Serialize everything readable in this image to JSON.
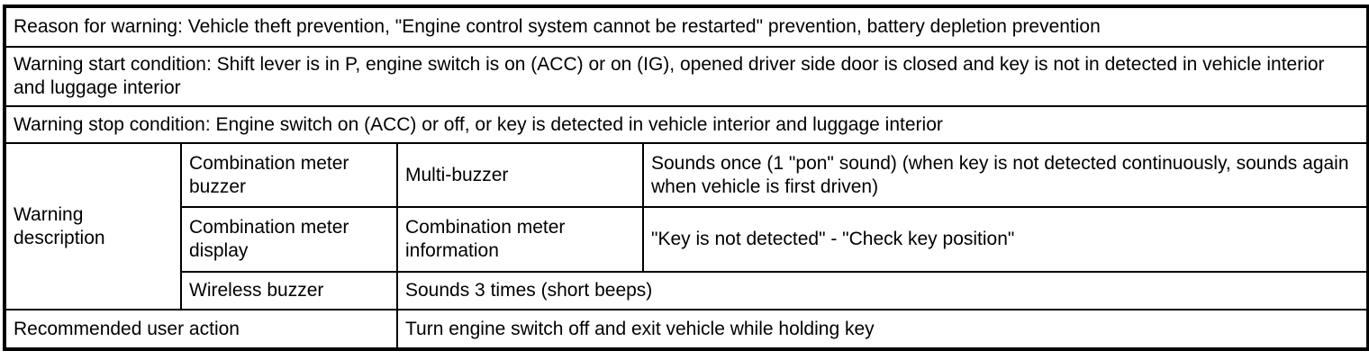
{
  "document": {
    "type": "vehicle-warning-specification-table",
    "colors": {
      "border": "#000000",
      "background": "#ffffff",
      "text": "#000000"
    },
    "table": {
      "reason": "Reason for warning: Vehicle theft prevention, \"Engine control system cannot be restarted\" prevention, battery depletion prevention",
      "start_condition": "Warning start condition: Shift lever is in P, engine switch is on (ACC) or on (IG), opened driver side door is closed and key is not in detected in vehicle interior and luggage interior",
      "stop_condition": "Warning stop condition: Engine switch on (ACC) or off, or key is detected in vehicle interior and luggage interior",
      "warning_description": {
        "label": "Warning description",
        "rows": [
          {
            "device": "Combination meter buzzer",
            "mode": "Multi-buzzer",
            "behavior": "Sounds once (1 \"pon\" sound) (when key is not detected continuously, sounds again when vehicle is first driven)"
          },
          {
            "device": "Combination meter display",
            "mode": "Combination meter information",
            "behavior": "\"Key is not detected\" - \"Check key position\""
          },
          {
            "device": "Wireless buzzer",
            "behavior": "Sounds 3 times (short beeps)"
          }
        ]
      },
      "recommended_action": {
        "label": "Recommended user action",
        "value": "Turn engine switch off and exit vehicle while holding key"
      }
    }
  }
}
